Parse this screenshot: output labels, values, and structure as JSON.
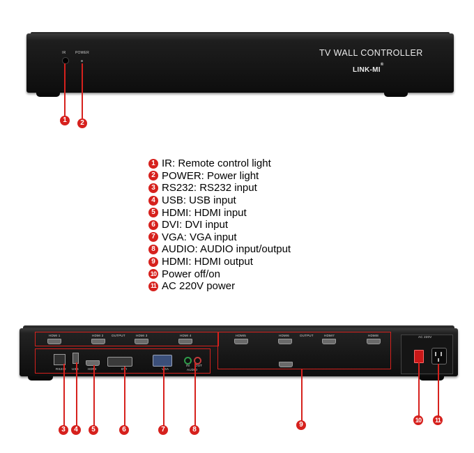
{
  "front_panel": {
    "ir_label": "IR",
    "power_label": "POWER",
    "title": "TV WALL CONTROLLER",
    "logo": "LINK-MI",
    "logo_mark": "®",
    "callouts": [
      "1",
      "2"
    ]
  },
  "legend": [
    {
      "num": "1",
      "text": "IR: Remote control light"
    },
    {
      "num": "2",
      "text": "POWER: Power light"
    },
    {
      "num": "3",
      "text": "RS232: RS232 input"
    },
    {
      "num": "4",
      "text": "USB: USB input"
    },
    {
      "num": "5",
      "text": "HDMI: HDMI input"
    },
    {
      "num": "6",
      "text": "DVI: DVI input"
    },
    {
      "num": "7",
      "text": "VGA: VGA input"
    },
    {
      "num": "8",
      "text": "AUDIO: AUDIO input/output"
    },
    {
      "num": "9",
      "text": "HDMI: HDMI output"
    },
    {
      "num": "10",
      "text": "Power off/on"
    },
    {
      "num": "11",
      "text": "AC 220V power"
    }
  ],
  "rear_panel": {
    "output_labels": [
      "HDMI 1",
      "HDMI 2",
      "OUTPUT",
      "HDMI 3",
      "HDMI 4",
      "HDMI5",
      "HDMI6",
      "OUTPUT",
      "HDMI7",
      "HDMI8"
    ],
    "input_labels": [
      "RS232",
      "USB",
      "HDMI",
      "DVI",
      "VGA",
      "IN",
      "OUT",
      "AUDIO"
    ],
    "ac_label": "AC 220V",
    "callouts": [
      "3",
      "4",
      "5",
      "6",
      "7",
      "8",
      "9",
      "10",
      "11"
    ]
  },
  "colors": {
    "accent_red": "#d6211d",
    "device_body": "#151515",
    "vga_blue": "#3b4f7a",
    "audio_green": "#2f9b4a"
  }
}
